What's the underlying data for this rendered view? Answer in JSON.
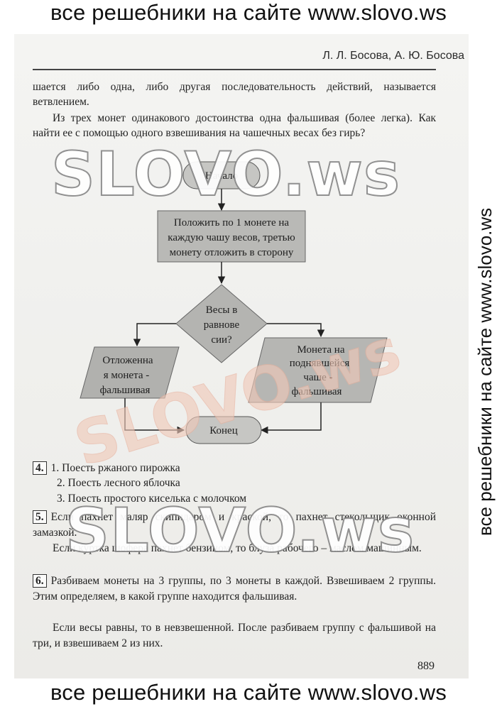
{
  "banner": {
    "top": "все решебники на сайте www.slovo.ws",
    "bottom": "все решебники на сайте www.slovo.ws",
    "side": "все решебники на сайте www.slovo.ws"
  },
  "header": {
    "authors": "Л. Л. Босова, А. Ю. Босова"
  },
  "intro": {
    "line1": "шается либо одна, либо другая последовательность действий, называется ветвлением.",
    "question": "Из трех монет одинакового достоинства одна фальшивая (более легка). Как найти ее с помощью одного взвешивания на чашечных весах без гирь?"
  },
  "flowchart": {
    "start": "Начало",
    "step1": [
      "Положить по 1 монете на",
      "каждую чашу весов, третью",
      "монету отложить в сторону"
    ],
    "decision": [
      "Весы в",
      "равнове",
      "сии?"
    ],
    "left_result": [
      "Отложенна",
      "я монета -",
      "фальшивая"
    ],
    "right_result": [
      "Монета на",
      "поднявшейся",
      "чаше -",
      "фальшивая"
    ],
    "end": "Конец"
  },
  "answers": {
    "a4": {
      "number": "4.",
      "items": [
        "1. Поесть ржаного пирожка",
        "2. Поесть лесного яблочка",
        "3. Поесть простого киселька с молочком"
      ]
    },
    "a5": {
      "number": "5.",
      "text1": "Если пахнет маляр скипидаром и краской, то пахнет стекольщик оконной замазкой.",
      "text2": "Если куртка шофера пахнет бензином, то блуза рабочего – маслом машинным."
    },
    "a6": {
      "number": "6.",
      "text1": "Разбиваем монеты на 3 группы, по 3 монеты в каждой. Взвешиваем 2 группы. Этим определяем, в какой группе находится фальшивая.",
      "text2": "Если весы равны, то в невзвешенной. После разбиваем группу с фальшивой на три, и взвешиваем 2 из них."
    }
  },
  "page_number": "889",
  "watermark": {
    "big": "SLOVO.ws",
    "color": "SLOVO.ws"
  }
}
